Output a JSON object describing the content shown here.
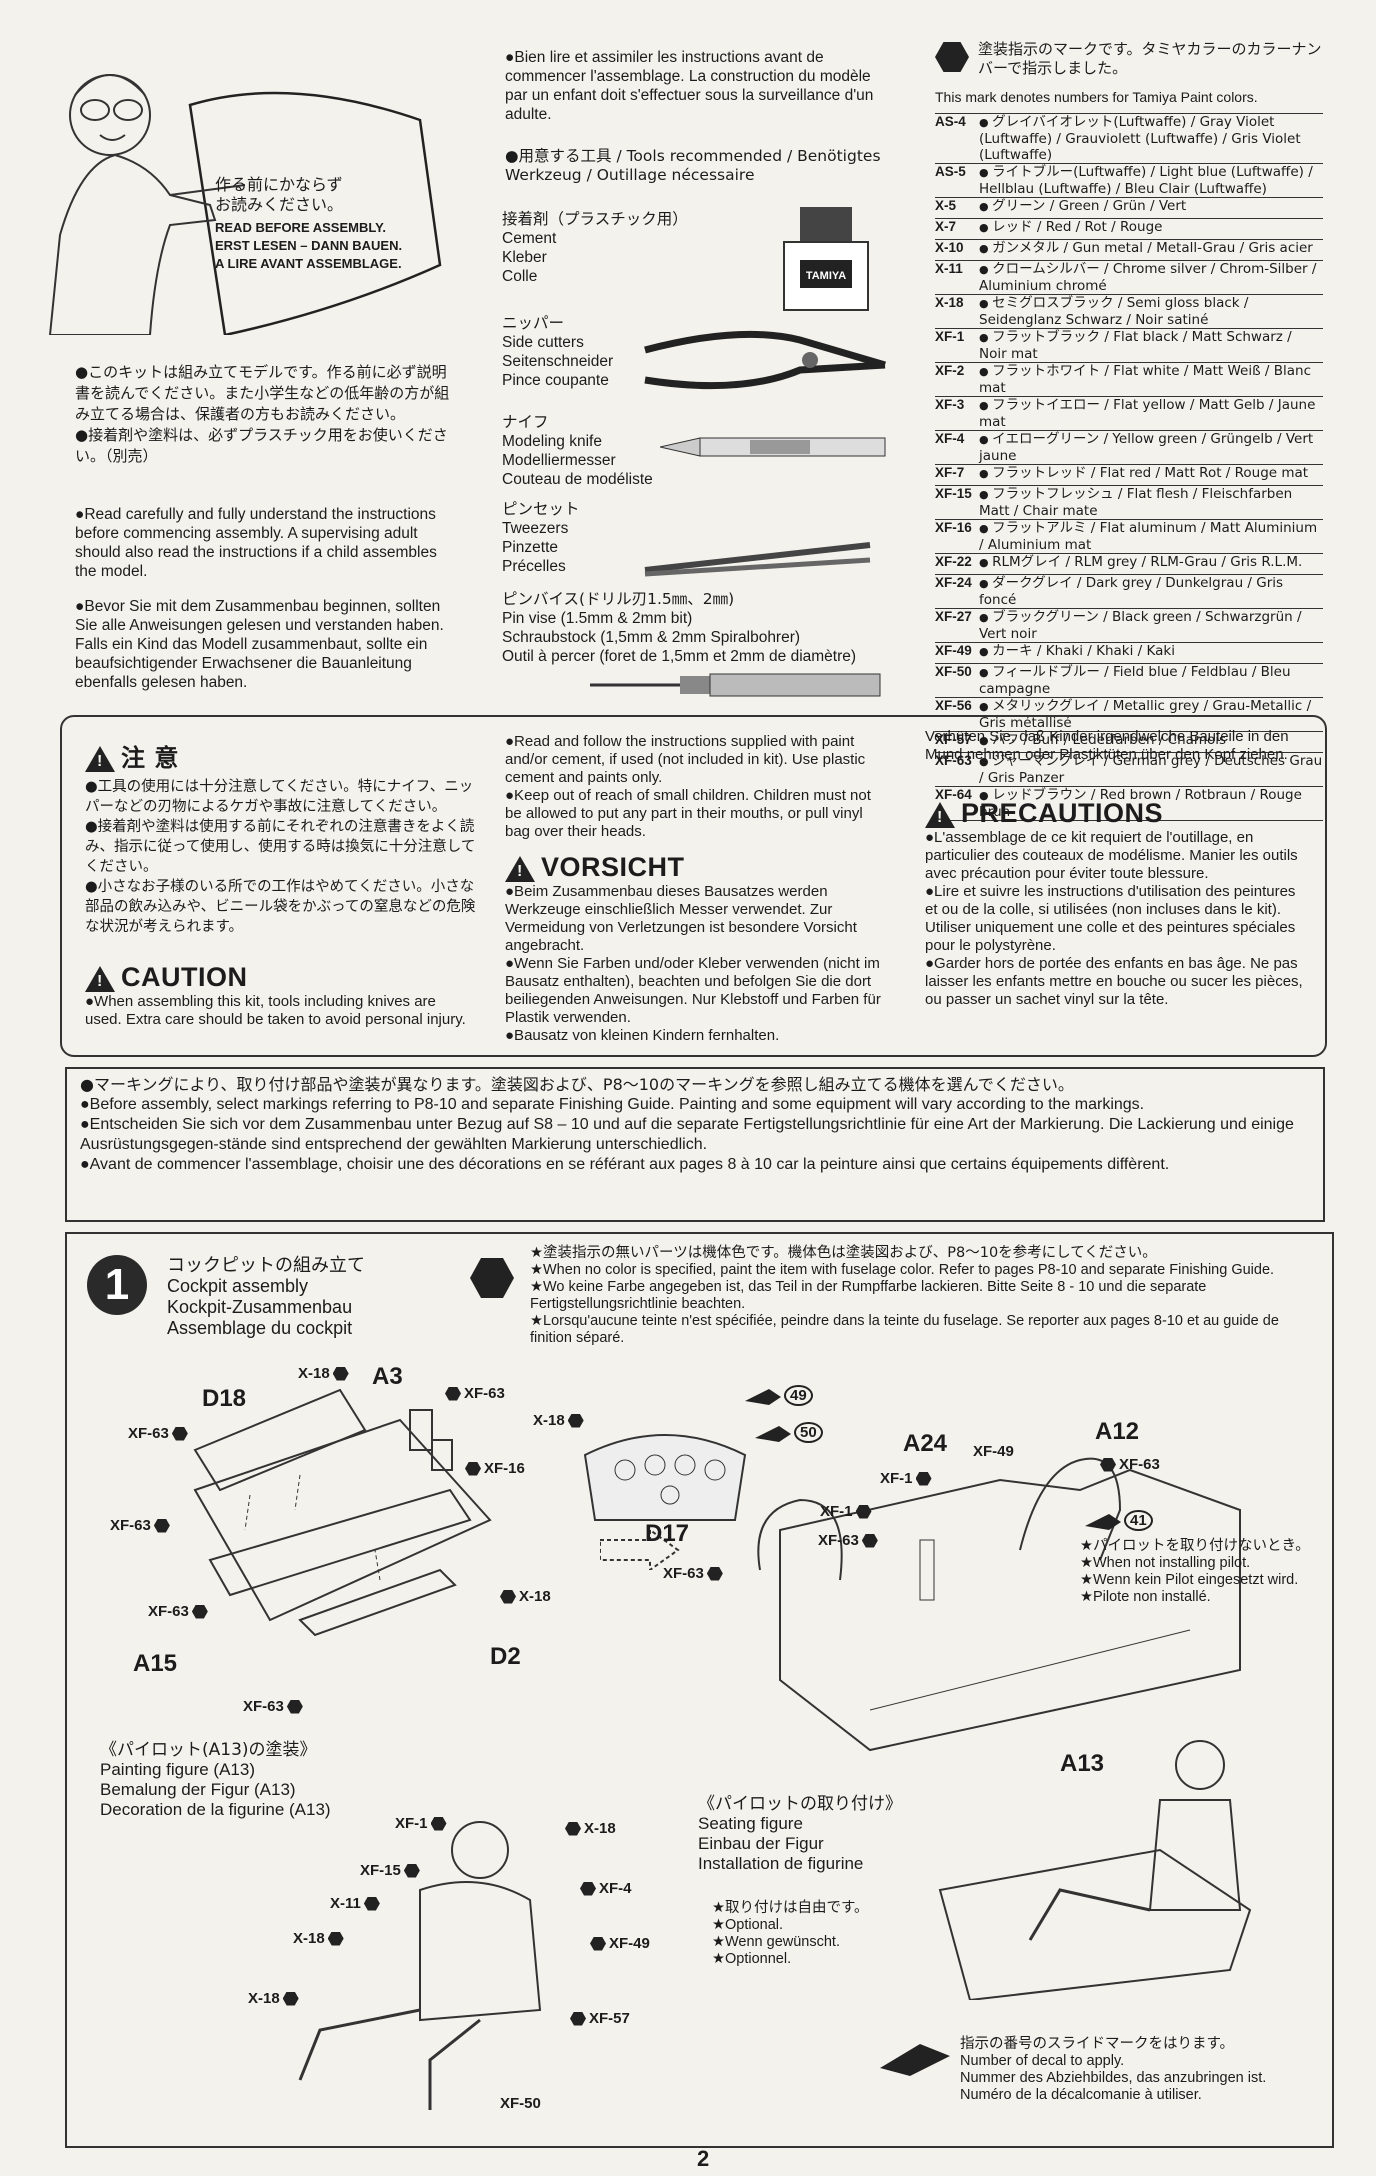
{
  "read_before": {
    "jp": "作る前にかならず\nお読みください。",
    "en": "READ BEFORE ASSEMBLY.",
    "de": "ERST LESEN – DANN BAUEN.",
    "fr": "A LIRE AVANT ASSEMBLAGE."
  },
  "intro": {
    "jp": "●このキットは組み立てモデルです。作る前に必ず説明書を読んでください。また小学生などの低年齢の方が組み立てる場合は、保護者の方もお読みください。\n●接着剤や塗料は、必ずプラスチック用をお使いください。（別売）",
    "en": "●Read carefully and fully understand the instructions before commencing assembly. A supervising adult should also read the instructions if a child assembles the model.",
    "de": "●Bevor Sie mit dem Zusammenbau beginnen, sollten Sie alle Anweisungen gelesen und verstanden haben. Falls ein Kind das Modell zusammenbaut, sollte ein beaufsichtigender Erwachsener die Bauanleitung ebenfalls gelesen haben.",
    "fr": "●Bien lire et assimiler les instructions avant de commencer l'assemblage. La construction du modèle par un enfant doit s'effectuer sous la surveillance d'un adulte."
  },
  "tools": {
    "heading": "●用意する工具 / Tools recommended / Benötigtes Werkzeug / Outillage nécessaire",
    "items": [
      {
        "jp": "接着剤（プラスチック用）",
        "en": "Cement",
        "de": "Kleber",
        "fr": "Colle"
      },
      {
        "jp": "ニッパー",
        "en": "Side cutters",
        "de": "Seitenschneider",
        "fr": "Pince coupante"
      },
      {
        "jp": "ナイフ",
        "en": "Modeling knife",
        "de": "Modelliermesser",
        "fr": "Couteau de modéliste"
      },
      {
        "jp": "ピンセット",
        "en": "Tweezers",
        "de": "Pinzette",
        "fr": "Précelles"
      },
      {
        "jp": "ピンバイス(ドリル刃1.5㎜、2㎜)",
        "en": "Pin vise (1.5mm & 2mm bit)",
        "de": "Schraubstock (1,5mm & 2mm Spiralbohrer)",
        "fr": "Outil à percer (foret de 1,5mm et 2mm de diamètre)"
      }
    ],
    "cement_bottle_label": "TAMIYA"
  },
  "paint": {
    "heading_jp": "塗装指示のマークです。タミヤカラーのカラーナンバーで指示しました。",
    "heading_en": "This mark denotes numbers for Tamiya Paint colors.",
    "rows": [
      {
        "code": "AS-4",
        "name": "グレイバイオレット(Luftwaffe) / Gray Violet (Luftwaffe) / Grauviolett (Luftwaffe) / Gris Violet (Luftwaffe)"
      },
      {
        "code": "AS-5",
        "name": "ライトブルー(Luftwaffe) / Light blue (Luftwaffe) / Hellblau (Luftwaffe) / Bleu Clair (Luftwaffe)"
      },
      {
        "code": "X-5",
        "name": "グリーン / Green / Grün / Vert"
      },
      {
        "code": "X-7",
        "name": "レッド / Red / Rot / Rouge"
      },
      {
        "code": "X-10",
        "name": "ガンメタル / Gun metal / Metall-Grau / Gris acier"
      },
      {
        "code": "X-11",
        "name": "クロームシルバー / Chrome silver / Chrom-Silber / Aluminium chromé"
      },
      {
        "code": "X-18",
        "name": "セミグロスブラック / Semi gloss black / Seidenglanz Schwarz / Noir satiné"
      },
      {
        "code": "XF-1",
        "name": "フラットブラック / Flat black / Matt Schwarz / Noir mat"
      },
      {
        "code": "XF-2",
        "name": "フラットホワイト / Flat white / Matt Weiß / Blanc mat"
      },
      {
        "code": "XF-3",
        "name": "フラットイエロー / Flat yellow / Matt Gelb / Jaune mat"
      },
      {
        "code": "XF-4",
        "name": "イエローグリーン / Yellow green / Grüngelb / Vert jaune"
      },
      {
        "code": "XF-7",
        "name": "フラットレッド / Flat red / Matt Rot / Rouge mat"
      },
      {
        "code": "XF-15",
        "name": "フラットフレッシュ / Flat flesh / Fleischfarben Matt / Chair mate"
      },
      {
        "code": "XF-16",
        "name": "フラットアルミ / Flat aluminum / Matt Aluminium / Aluminium mat"
      },
      {
        "code": "XF-22",
        "name": "RLMグレイ / RLM grey / RLM-Grau / Gris R.L.M."
      },
      {
        "code": "XF-24",
        "name": "ダークグレイ / Dark grey / Dunkelgrau / Gris foncé"
      },
      {
        "code": "XF-27",
        "name": "ブラックグリーン / Black green / Schwarzgrün / Vert noir"
      },
      {
        "code": "XF-49",
        "name": "カーキ / Khaki / Khaki / Kaki"
      },
      {
        "code": "XF-50",
        "name": "フィールドブルー / Field blue / Feldblau / Bleu campagne"
      },
      {
        "code": "XF-56",
        "name": "メタリックグレイ / Metallic grey / Grau-Metallic / Gris métallisé"
      },
      {
        "code": "XF-57",
        "name": "バフ / Buff / Lederfarben / Chamois"
      },
      {
        "code": "XF-63",
        "name": "ジャーマングレイ / German grey / Deutsches Grau / Gris Panzer"
      },
      {
        "code": "XF-64",
        "name": "レッドブラウン / Red brown / Rotbraun / Rouge brun"
      }
    ]
  },
  "caution": {
    "jp_title": "注 意",
    "jp_text": "●工具の使用には十分注意してください。特にナイフ、ニッパーなどの刃物によるケガや事故に注意してください。\n●接着剤や塗料は使用する前にそれぞれの注意書きをよく読み、指示に従って使用し、使用する時は換気に十分注意してください。\n●小さなお子様のいる所での工作はやめてください。小さな部品の飲み込みや、ビニール袋をかぶっての窒息などの危険な状況が考えられます。",
    "en_title": "CAUTION",
    "en_text": "●When assembling this kit, tools including knives are used. Extra care should be taken to avoid personal injury.",
    "en_text2": "●Read and follow the instructions supplied with paint and/or cement, if used (not included in kit). Use plastic cement and paints only.\n●Keep out of reach of small children. Children must not be allowed to put any part in their mouths, or pull vinyl bag over their heads.",
    "de_title": "VORSICHT",
    "de_text": "●Beim Zusammenbau dieses Bausatzes werden Werkzeuge einschließlich Messer verwendet. Zur Vermeidung von Verletzungen ist besondere Vorsicht angebracht.\n●Wenn Sie Farben und/oder Kleber verwenden (nicht im Bausatz enthalten), beachten und befolgen Sie die dort beiliegenden Anweisungen. Nur Klebstoff und Farben für Plastik verwenden.\n●Bausatz von kleinen Kindern fernhalten.",
    "de_text2": "Verhüten Sie, daß Kinder irgendwelche Bauteile in den Mund nehmen oder Plastiktüten über den Kopf ziehen.",
    "fr_title": "PRECAUTIONS",
    "fr_text": "●L'assemblage de ce kit requiert de l'outillage, en particulier des couteaux de modélisme. Manier les outils avec précaution pour éviter toute blessure.\n●Lire et suivre les instructions d'utilisation des peintures et ou de la colle, si utilisées (non incluses dans le kit). Utiliser uniquement une colle et des peintures spéciales pour le polystyrène.\n●Garder hors de portée des enfants en bas âge. Ne pas laisser les enfants mettre en bouche ou sucer les pièces, ou passer un sachet vinyl sur la tête."
  },
  "markings": {
    "jp": "●マーキングにより、取り付け部品や塗装が異なります。塗装図および、P8〜10のマーキングを参照し組み立てる機体を選んでください。",
    "en": "●Before assembly, select markings referring to P8-10 and separate Finishing Guide. Painting and some equipment will vary according to the markings.",
    "de": "●Entscheiden Sie sich vor dem Zusammenbau unter Bezug auf S8 – 10 und auf die separate Fertigstellungsrichtlinie für eine Art der Markierung. Die Lackierung und einige Ausrüstungsgegen-stände sind entsprechend der gewählten Markierung unterschiedlich.",
    "fr": "●Avant de commencer l'assemblage, choisir une des décorations en se référant aux pages 8 à 10 car la peinture ainsi que certains équipements diffèrent."
  },
  "step1": {
    "number": "1",
    "title_jp": "コックピットの組み立て",
    "title_en": "Cockpit assembly",
    "title_de": "Kockpit-Zusammenbau",
    "title_fr": "Assemblage du cockpit",
    "note_jp": "★塗装指示の無いパーツは機体色です。機体色は塗装図および、P8〜10を参考にしてください。",
    "note_en": "★When no color is specified, paint the item with fuselage color. Refer to pages P8-10 and separate Finishing Guide.",
    "note_de": "★Wo keine Farbe angegeben ist, das Teil in der Rumpffarbe lackieren. Bitte Seite 8 - 10 und die separate Fertigstellungsrichtlinie beachten.",
    "note_fr": "★Lorsqu'aucune teinte n'est spécifiée, peindre dans la teinte du fuselage. Se reporter aux pages 8-10 et au guide de finition séparé.",
    "pilot_note_jp": "★パイロットを取り付けないとき。",
    "pilot_note_en": "★When not installing pilot.",
    "pilot_note_de": "★Wenn kein Pilot eingesetzt wird.",
    "pilot_note_fr": "★Pilote non installé.",
    "painting_jp": "《パイロット(A13)の塗装》",
    "painting_en": "Painting figure (A13)",
    "painting_de": "Bemalung der Figur (A13)",
    "painting_fr": "Decoration de la figurine (A13)",
    "seating_jp": "《パイロットの取り付け》",
    "seating_en": "Seating figure",
    "seating_de": "Einbau der Figur",
    "seating_fr": "Installation de figurine",
    "optional_jp": "★取り付けは自由です。",
    "optional_en": "★Optional.",
    "optional_de": "★Wenn gewünscht.",
    "optional_fr": "★Optionnel.",
    "decal_jp": "指示の番号のスライドマークをはります。",
    "decal_en": "Number of decal to apply.",
    "decal_de": "Nummer des Abziehbildes, das anzubringen ist.",
    "decal_fr": "Numéro de la décalcomanie à utiliser.",
    "parts": [
      "D18",
      "A3",
      "A15",
      "D2",
      "D17",
      "A24",
      "A12",
      "A13"
    ],
    "callouts": [
      "X-18",
      "XF-63",
      "XF-63",
      "XF-16",
      "XF-63",
      "X-18",
      "XF-63",
      "X-18",
      "XF-1",
      "XF-63",
      "XF-63",
      "XF-49",
      "XF-63",
      "XF-1",
      "X-18",
      "XF-15",
      "XF-4",
      "X-11",
      "XF-49",
      "X-18",
      "X-18",
      "XF-57",
      "XF-50"
    ],
    "decals": [
      "49",
      "50",
      "41"
    ]
  },
  "page_number": "2"
}
